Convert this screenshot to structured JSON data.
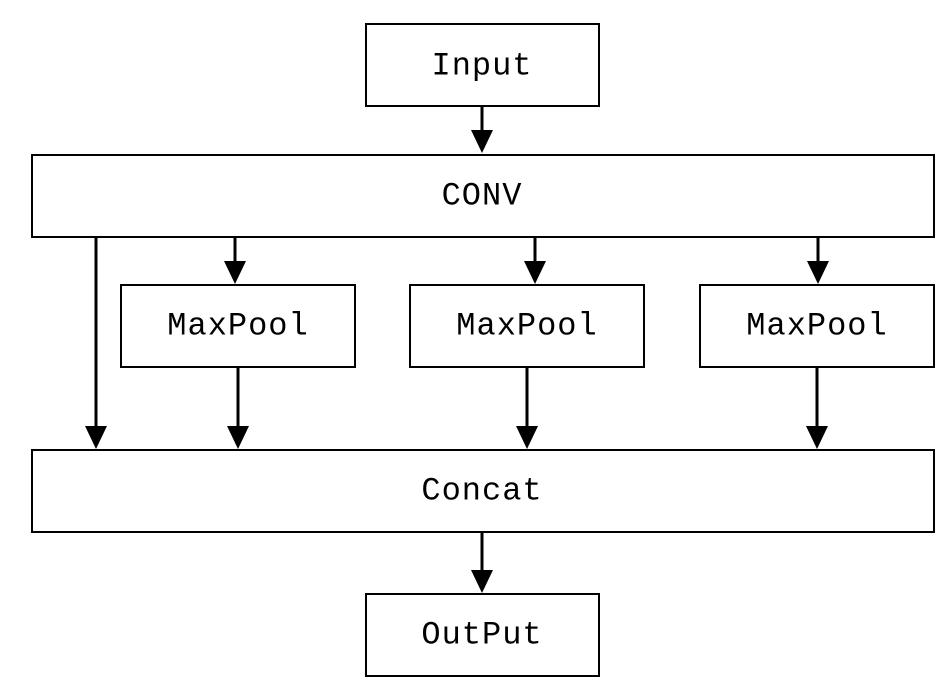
{
  "nodes": {
    "input": {
      "label": "Input"
    },
    "conv": {
      "label": "CONV"
    },
    "maxpool_1": {
      "label": "MaxPool"
    },
    "maxpool_2": {
      "label": "MaxPool"
    },
    "maxpool_3": {
      "label": "MaxPool"
    },
    "concat": {
      "label": "Concat"
    },
    "output": {
      "label": "OutPut"
    }
  },
  "edges": [
    {
      "from": "input",
      "to": "conv"
    },
    {
      "from": "conv",
      "to": "concat"
    },
    {
      "from": "conv",
      "to": "maxpool_1"
    },
    {
      "from": "conv",
      "to": "maxpool_2"
    },
    {
      "from": "conv",
      "to": "maxpool_3"
    },
    {
      "from": "maxpool_1",
      "to": "concat"
    },
    {
      "from": "maxpool_2",
      "to": "concat"
    },
    {
      "from": "maxpool_3",
      "to": "concat"
    },
    {
      "from": "concat",
      "to": "output"
    }
  ]
}
